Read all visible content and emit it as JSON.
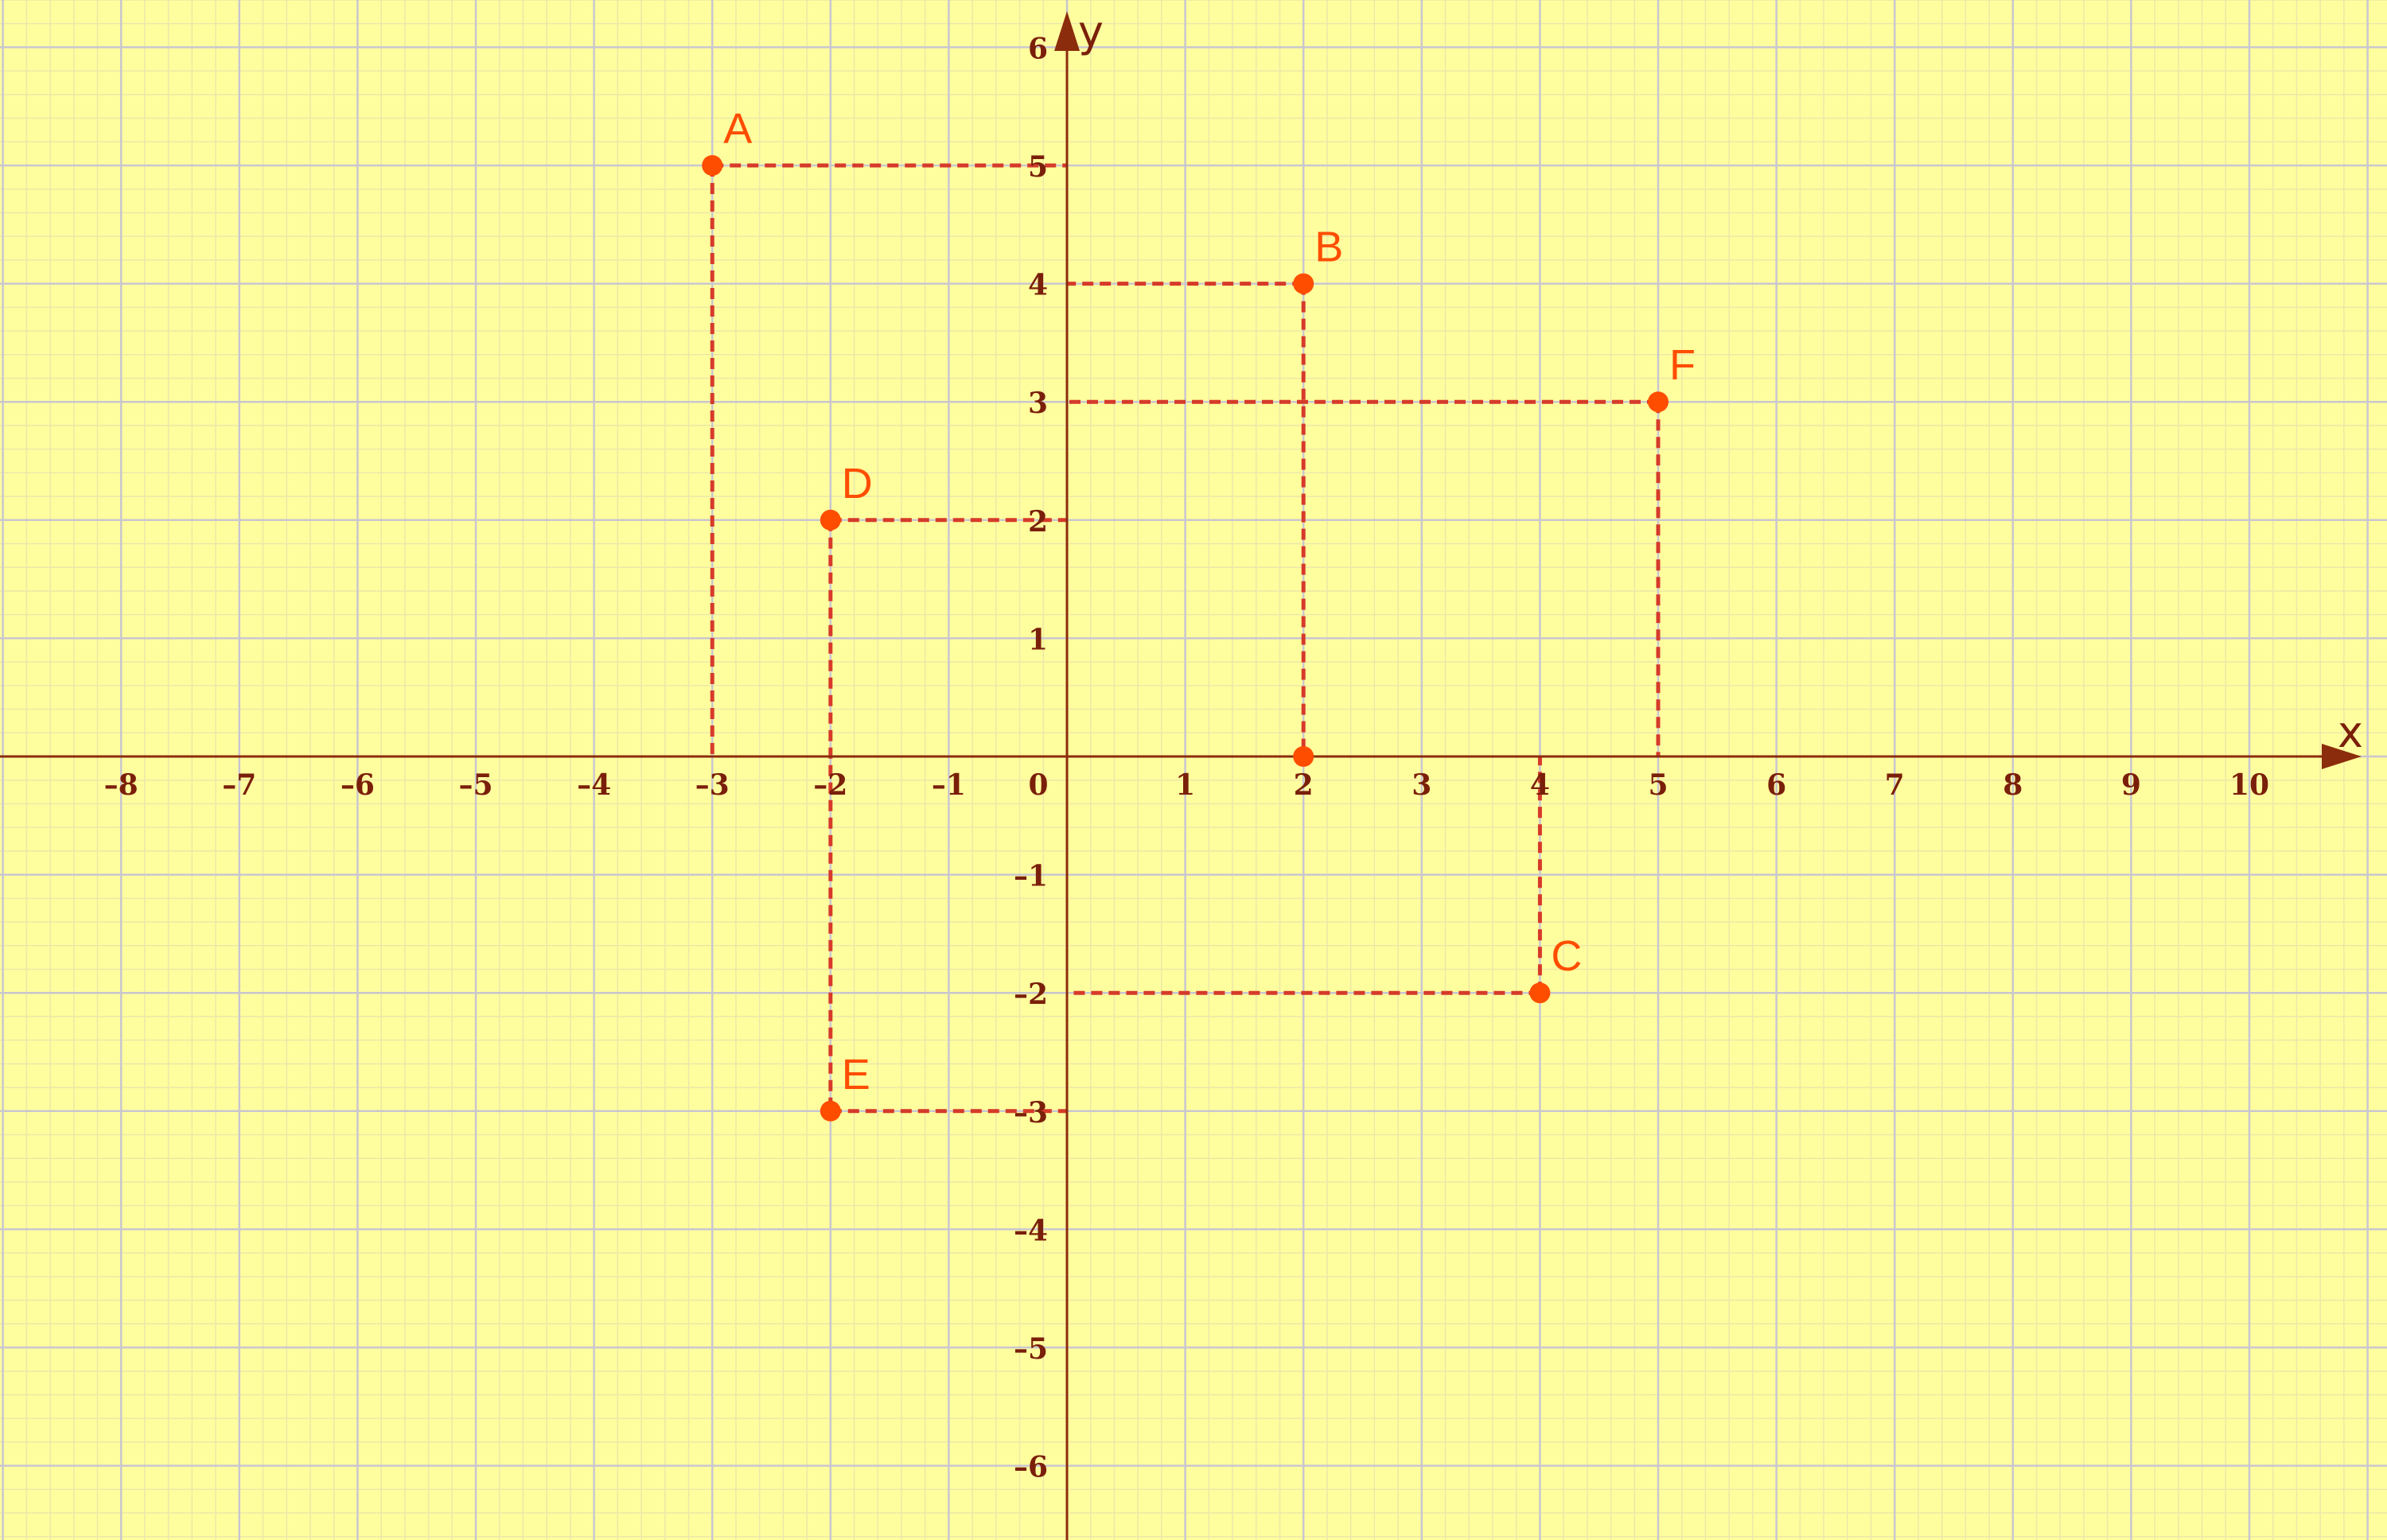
{
  "colors": {
    "background": "#fffe9e",
    "minor_grid": "#ece7a8",
    "major_grid": "#c9c6d0",
    "axis": "#8b2c0c",
    "tick_text": "#7a1f0a",
    "guide_line": "#d63a2a",
    "point": "#ff4d00",
    "point_label": "#ff4d00"
  },
  "chart_data": {
    "type": "scatter",
    "title": "",
    "xlabel": "x",
    "ylabel": "y",
    "xlim": [
      -9,
      11.15
    ],
    "ylim": [
      -6.65,
      6.4
    ],
    "x_ticks": [
      -8,
      -7,
      -6,
      -5,
      -4,
      -3,
      -2,
      -1,
      0,
      1,
      2,
      3,
      4,
      5,
      6,
      7,
      8,
      9,
      10
    ],
    "x_tick_labels": [
      "–8",
      "–7",
      "–6",
      "–5",
      "–4",
      "–3",
      "–2",
      "–1",
      "0",
      "1",
      "2",
      "3",
      "4",
      "5",
      "6",
      "7",
      "8",
      "9",
      "10"
    ],
    "y_ticks": [
      6,
      5,
      4,
      3,
      2,
      1,
      -1,
      -2,
      -3,
      -4,
      -5,
      -6
    ],
    "y_tick_labels": [
      "6",
      "5",
      "4",
      "3",
      "2",
      "1",
      "–1",
      "–2",
      "–3",
      "–4",
      "–5",
      "–6"
    ],
    "grid": {
      "major": true,
      "minor": true,
      "minor_step": 0.2
    },
    "points": [
      {
        "label": "A",
        "x": -3,
        "y": 5
      },
      {
        "label": "B",
        "x": 2,
        "y": 4
      },
      {
        "label": "C",
        "x": 4,
        "y": -2
      },
      {
        "label": "D",
        "x": -2,
        "y": 2
      },
      {
        "label": "E",
        "x": -2,
        "y": -3
      },
      {
        "label": "F",
        "x": 5,
        "y": 3
      },
      {
        "label": "",
        "x": 2,
        "y": 0
      }
    ],
    "guide_segments": [
      {
        "from": [
          -3,
          5
        ],
        "to": [
          0,
          5
        ]
      },
      {
        "from": [
          -3,
          5
        ],
        "to": [
          -3,
          0
        ]
      },
      {
        "from": [
          2,
          4
        ],
        "to": [
          0,
          4
        ]
      },
      {
        "from": [
          2,
          4
        ],
        "to": [
          2,
          0
        ]
      },
      {
        "from": [
          5,
          3
        ],
        "to": [
          0,
          3
        ]
      },
      {
        "from": [
          5,
          3
        ],
        "to": [
          5,
          0
        ]
      },
      {
        "from": [
          -2,
          2
        ],
        "to": [
          0,
          2
        ]
      },
      {
        "from": [
          -2,
          2
        ],
        "to": [
          -2,
          -3
        ]
      },
      {
        "from": [
          -2,
          -3
        ],
        "to": [
          0,
          -3
        ]
      },
      {
        "from": [
          4,
          -2
        ],
        "to": [
          0,
          -2
        ]
      },
      {
        "from": [
          4,
          -2
        ],
        "to": [
          4,
          0
        ]
      }
    ]
  }
}
